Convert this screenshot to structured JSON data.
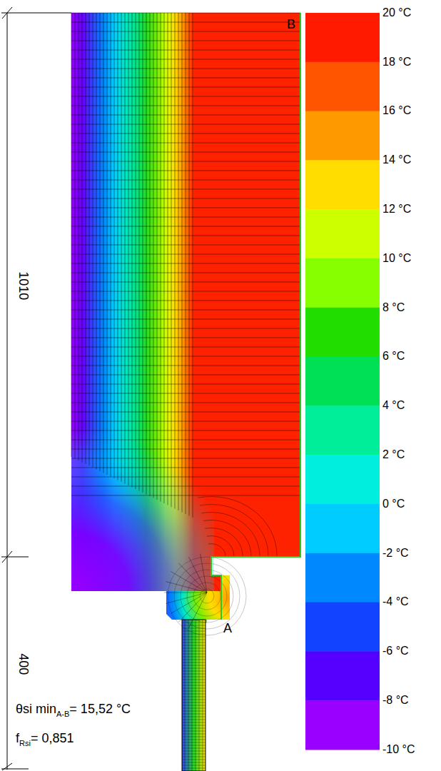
{
  "diagram": {
    "labels": [
      "1010",
      "400",
      "B",
      "A",
      "θsi min",
      "A-B",
      "= 15,52 °C",
      "f",
      "Rsi",
      "= 0,851",
      "20 °C",
      "18 °C",
      "16 °C",
      "14 °C",
      "12 °C",
      "10 °C",
      "8 °C",
      "6 °C",
      "4 °C",
      "2 °C",
      "0 °C",
      "-2 °C",
      "-4 °C",
      "-6 °C",
      "-8 °C",
      "-10 °C"
    ]
  }
}
